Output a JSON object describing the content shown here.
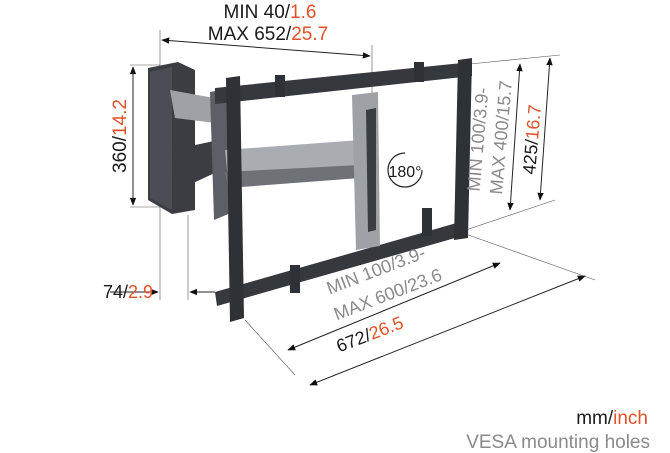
{
  "dimensions": {
    "arm_extension": {
      "min_label": "MIN 40/",
      "min_inch": "1.6",
      "max_label": "MAX 652/",
      "max_inch": "25.7"
    },
    "wall_plate_height": {
      "mm": "360/",
      "inch": "14.2"
    },
    "wall_plate_depth": {
      "mm": "74/",
      "inch": "2.9"
    },
    "vesa_vertical": {
      "min": "MIN 100/3.9-",
      "max": "MAX 400/15.7"
    },
    "frame_height": {
      "mm": "425/",
      "inch": "16.7"
    },
    "vesa_horizontal": {
      "min": "MIN 100/3.9-",
      "max": "MAX 600/23.6"
    },
    "frame_width": {
      "mm": "672/",
      "inch": "26.5"
    },
    "rotation": "180°"
  },
  "legend": {
    "mm": "mm/",
    "inch": "inch",
    "caption": "VESA mounting holes"
  },
  "colors": {
    "accent": "#e0522b",
    "metal_dark": "#3a3d42",
    "metal_light": "#9ea2a6",
    "text_gray": "#8a8a8a"
  }
}
